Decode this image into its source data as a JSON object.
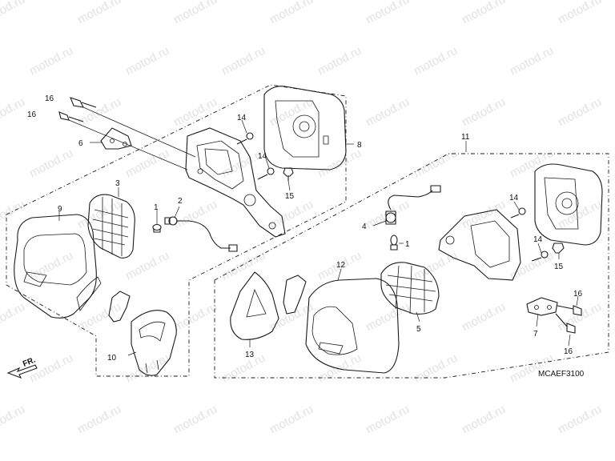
{
  "watermark": "motod.ru",
  "diagram_code": "MCAEF3100",
  "direction_label": "FR.",
  "callouts": {
    "c1a": "1",
    "c1b": "1",
    "c2": "2",
    "c3": "3",
    "c4": "4",
    "c5": "5",
    "c6": "6",
    "c7": "7",
    "c8": "8",
    "c9": "9",
    "c10": "10",
    "c11": "11",
    "c12": "12",
    "c13": "13",
    "c14a": "14",
    "c14b": "14",
    "c14c": "14",
    "c14d": "14",
    "c15a": "15",
    "c15b": "15",
    "c16a": "16",
    "c16b": "16",
    "c16c": "16",
    "c16d": "16"
  },
  "colors": {
    "line": "#1a1a1a",
    "watermark": "#c9c9c9",
    "background": "#ffffff"
  }
}
